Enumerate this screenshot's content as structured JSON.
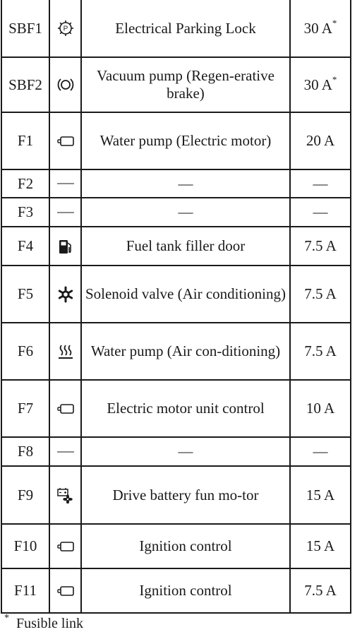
{
  "rows": [
    {
      "code": "SBF1",
      "icon": "parking-lock-icon",
      "desc": "Electrical Parking Lock",
      "amp": "30 A",
      "star": "*"
    },
    {
      "code": "SBF2",
      "icon": "brake-icon",
      "desc": "Vacuum pump (Regen-erative brake)",
      "amp": "30 A",
      "star": "*"
    },
    {
      "code": "F1",
      "icon": "motor-icon",
      "desc": "Water pump (Electric motor)",
      "amp": "20 A",
      "star": ""
    },
    {
      "code": "F2",
      "icon": "dash",
      "desc": "—",
      "amp": "—",
      "star": ""
    },
    {
      "code": "F3",
      "icon": "dash",
      "desc": "—",
      "amp": "—",
      "star": ""
    },
    {
      "code": "F4",
      "icon": "fuel-filler-icon",
      "desc": "Fuel tank filler door",
      "amp": "7.5 A",
      "star": ""
    },
    {
      "code": "F5",
      "icon": "air-conditioning-icon",
      "desc": "Solenoid valve (Air conditioning)",
      "amp": "7.5 A",
      "star": ""
    },
    {
      "code": "F6",
      "icon": "heater-icon",
      "desc": "Water pump (Air con-ditioning)",
      "amp": "7.5 A",
      "star": ""
    },
    {
      "code": "F7",
      "icon": "motor-icon",
      "desc": "Electric motor unit control",
      "amp": "10 A",
      "star": ""
    },
    {
      "code": "F8",
      "icon": "dash",
      "desc": "—",
      "amp": "—",
      "star": ""
    },
    {
      "code": "F9",
      "icon": "battery-fan-icon",
      "desc": "Drive battery fun mo-tor",
      "amp": "15 A",
      "star": ""
    },
    {
      "code": "F10",
      "icon": "motor-icon",
      "desc": "Ignition control",
      "amp": "15 A",
      "star": ""
    },
    {
      "code": "F11",
      "icon": "motor-icon",
      "desc": "Ignition control",
      "amp": "7.5 A",
      "star": ""
    }
  ],
  "footnote": {
    "mark": "*",
    "text": "Fusible link"
  }
}
